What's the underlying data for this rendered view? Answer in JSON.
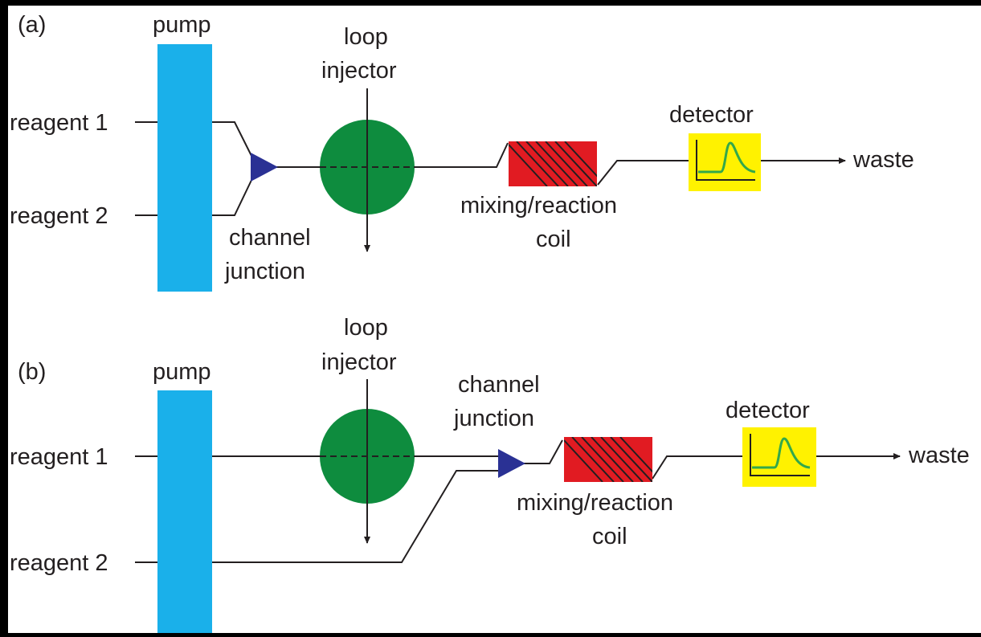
{
  "colors": {
    "background": "#ffffff",
    "frame": "#000000",
    "pump": "#1ab0ea",
    "injector": "#0e8c3e",
    "junction": "#2a3194",
    "coil_fill": "#e11b22",
    "detector_fill": "#fff200",
    "peak": "#33a84a",
    "line": "#231f20"
  },
  "icons": {
    "pump": "pump-bar",
    "injector": "injector-circle",
    "junction": "junction-triangle",
    "coil": "coil-icon",
    "detector": "detector-peak-icon"
  },
  "panel_a": {
    "tag": "(a)",
    "pump": "pump",
    "reagent1": "reagent 1",
    "reagent2": "reagent 2",
    "injector_line1": "loop",
    "injector_line2": "injector",
    "junction_line1": "channel",
    "junction_line2": "junction",
    "coil_line1": "mixing/reaction",
    "coil_line2": "coil",
    "detector": "detector",
    "waste": "waste"
  },
  "panel_b": {
    "tag": "(b)",
    "pump": "pump",
    "reagent1": "reagent 1",
    "reagent2": "reagent 2",
    "injector_line1": "loop",
    "injector_line2": "injector",
    "junction_line1": "channel",
    "junction_line2": "junction",
    "coil_line1": "mixing/reaction",
    "coil_line2": "coil",
    "detector": "detector",
    "waste": "waste"
  }
}
